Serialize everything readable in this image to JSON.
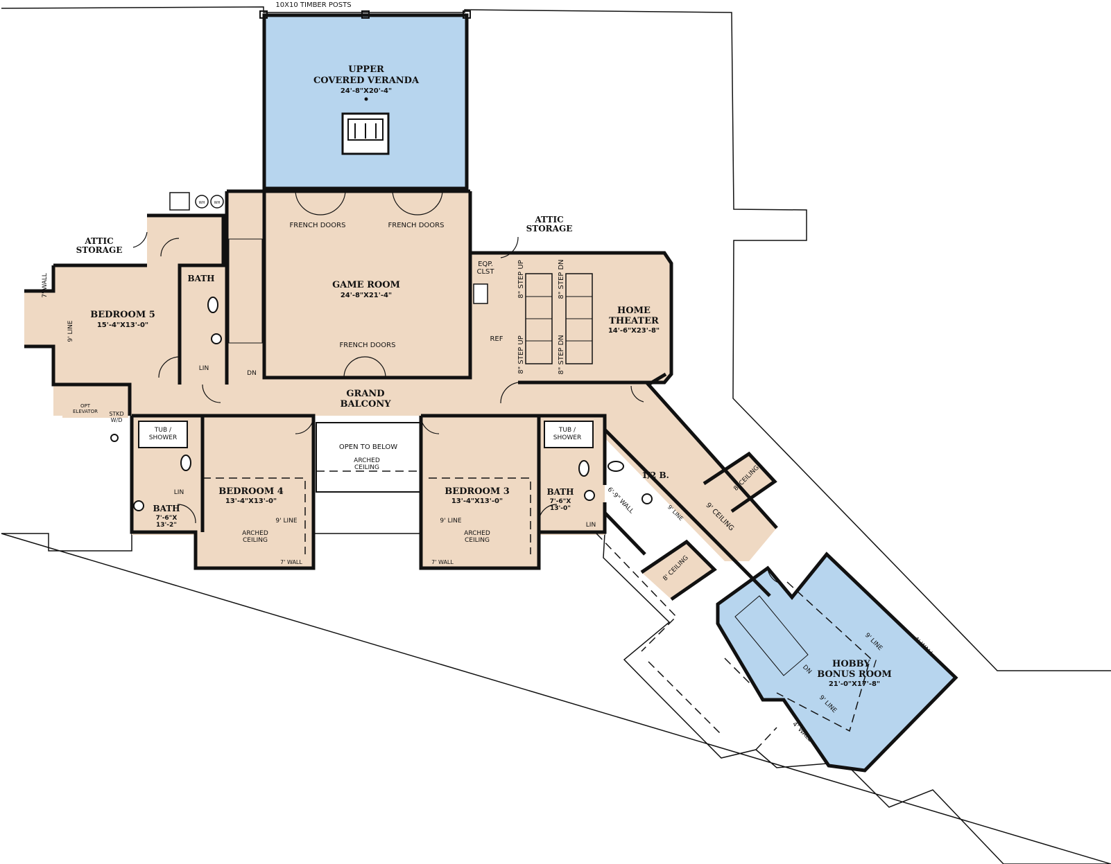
{
  "colors": {
    "room_fill": "#efd9c3",
    "blue_fill": "#b7d5ee",
    "line": "#111111"
  },
  "plan": {
    "timber_posts": "10X10 TIMBER POSTS",
    "veranda": {
      "line1": "UPPER",
      "line2": "COVERED VERANDA",
      "size": "24'-8\"X20'-4\""
    },
    "game_room": {
      "name": "GAME ROOM",
      "size": "24'-8\"X21'-4\""
    },
    "french_doors": "FRENCH DOORS",
    "attic_storage": {
      "line1": "ATTIC",
      "line2": "STORAGE"
    },
    "bedroom5": {
      "name": "BEDROOM 5",
      "size": "15'-4\"X13'-0\""
    },
    "bedroom4": {
      "name": "BEDROOM 4",
      "size": "13'-4\"X13'-0\""
    },
    "bedroom3": {
      "name": "BEDROOM 3",
      "size": "13'-4\"X13'-0\""
    },
    "bath": "BATH",
    "bath4": {
      "size1": "7'-6\"X",
      "size2": "13'-2\""
    },
    "bath3": {
      "size1": "7'-6\"X",
      "size2": "13'-0\""
    },
    "half_bath": "1/2 B.",
    "home_theater": {
      "line1": "HOME",
      "line2": "THEATER",
      "size": "14'-6\"X23'-8\""
    },
    "grand_balcony": {
      "line1": "GRAND",
      "line2": "BALCONY"
    },
    "open_to_below": "OPEN TO BELOW",
    "arched_ceiling": {
      "line1": "ARCHED",
      "line2": "CEILING"
    },
    "hobby": {
      "line1": "HOBBY /",
      "line2": "BONUS ROOM",
      "size": "21'-0\"X17'-8\""
    },
    "lin": "LIN",
    "dn": "DN",
    "ref": "REF",
    "eqp": {
      "line1": "EQP.",
      "line2": "CLST"
    },
    "tub_shower": {
      "line1": "TUB /",
      "line2": "SHOWER"
    },
    "opt_elevator": {
      "line1": "OPT",
      "line2": "ELEVATOR"
    },
    "stkd": {
      "line1": "STKD",
      "line2": "W/D"
    },
    "seven_wall": "7' WALL",
    "nine_line": "9' LINE",
    "nine_ceiling": "9' CEILING",
    "eight_ceiling": "8' CEILING",
    "step_up": "8\" STEP UP",
    "step_dn": "8\" STEP DN",
    "six_nine_wall": "6'-9\" WALL",
    "four_wall": "4' WALL",
    "wh": "WH"
  }
}
